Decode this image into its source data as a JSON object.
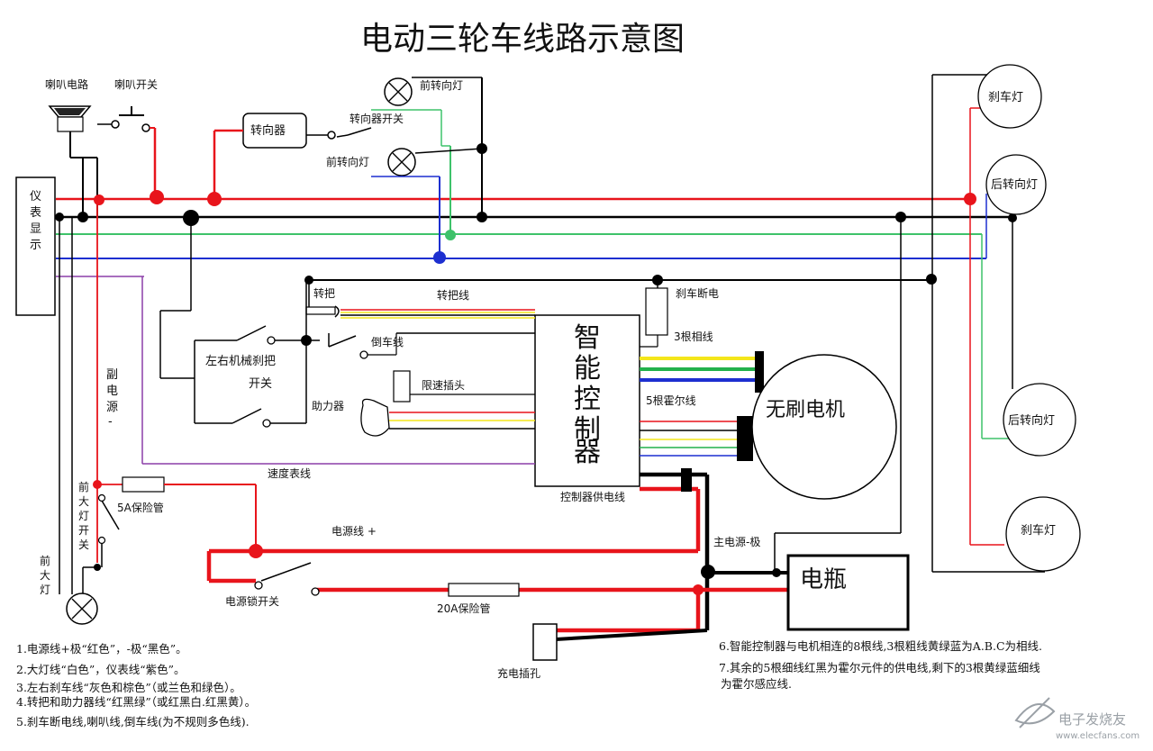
{
  "title": "电动三轮车线路示意图",
  "labels": {
    "horn_circuit": "喇叭电路",
    "horn_switch": "喇叭开关",
    "turn_relay": "转向器",
    "turn_switch": "转向器开关",
    "front_turn_lamp_top": "前转向灯",
    "front_turn_lamp_mid": "前转向灯",
    "instrument": "仪表显示",
    "brake_lamp_top": "刹车灯",
    "rear_turn_top": "后转向灯",
    "rear_turn_bottom": "后转向灯",
    "brake_lamp_bottom": "刹车灯",
    "throttle": "转把",
    "throttle_wire": "转把线",
    "brake_cutoff": "刹车断电",
    "three_phase": "3根相线",
    "reverse_wire": "倒车线",
    "mech_brake": "左右机械刹把",
    "switch_word": "开关",
    "speed_limit": "限速插头",
    "assist": "助力器",
    "hall_wires": "5根霍尔线",
    "controller": "智能控制器",
    "motor": "无刷电机",
    "aux_power": "副电源-",
    "speedometer_wire": "速度表线",
    "fuse_5a": "5A保险管",
    "headlight_switch": "前大灯开关",
    "controller_supply": "控制器供电线",
    "power_wire_pos": "电源线 +",
    "main_neg": "主电源-极",
    "battery": "电瓶",
    "headlight": "前大灯",
    "power_lock": "电源锁开关",
    "fuse_20a": "20A保险管",
    "charge_port": "充电插孔"
  },
  "notes_left": [
    "1.电源线+极“红色”，-极“黑色”。",
    "2.大灯线“白色”，仪表线“紫色”。",
    "3.左右刹车线“灰色和棕色”（或兰色和绿色）。",
    "4.转把和助力器线“红黑绿”（或红黑白.红黑黄）。",
    "5.刹车断电线,喇叭线,倒车线(为不规则多色线)."
  ],
  "notes_right": [
    "6.智能控制器与电机相连的8根线,3根粗线黄绿蓝为A.B.C为相线.",
    "7.其余的5根细线红黑为霍尔元件的供电线,剩下的3根黄绿蓝细线",
    "为霍尔感应线."
  ],
  "watermark": {
    "main": "电子发烧友",
    "sub": "www.elecfans.com"
  },
  "colors": {
    "red": "#e8141b",
    "black": "#000000",
    "green": "#3ec26a",
    "blue": "#1d2fd0",
    "purple": "#8b3fa8",
    "yellow": "#f4e61a",
    "hall_green": "#22b14c"
  }
}
